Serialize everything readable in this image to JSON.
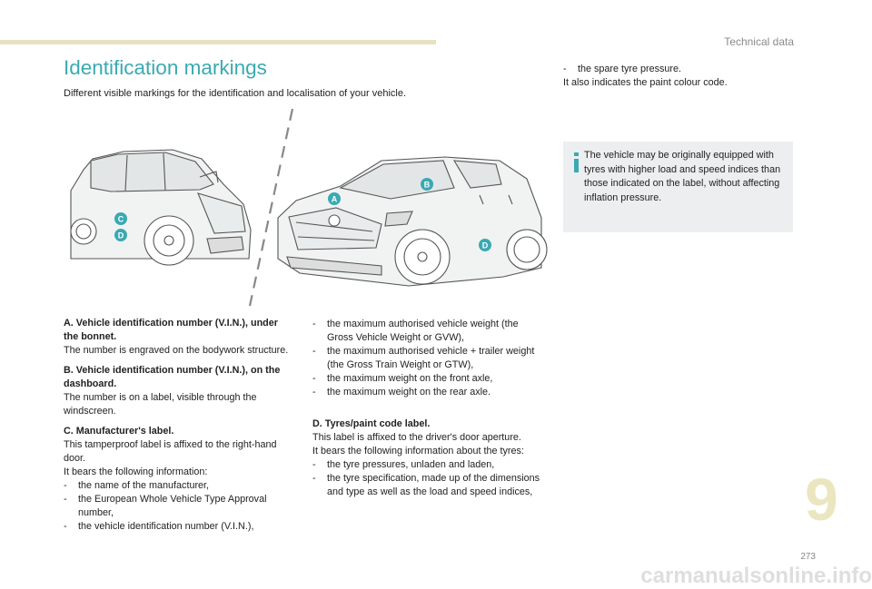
{
  "header": {
    "section": "Technical data"
  },
  "title": "Identification markings",
  "intro": "Different visible markings for the identification and localisation of your vehicle.",
  "markers": {
    "a": "A",
    "b": "B",
    "c": "C",
    "d": "D"
  },
  "col1": {
    "a_head": "A. Vehicle identification number (V.I.N.), under the bonnet.",
    "a_text": "The number is engraved on the bodywork structure.",
    "b_head": "B. Vehicle identification number (V.I.N.), on the dashboard.",
    "b_text": "The number is on a label, visible through the windscreen.",
    "c_head": "C. Manufacturer's label.",
    "c_text1": "This tamperproof label is affixed to the right-hand door.",
    "c_text2": "It bears the following information:",
    "c_items": [
      "the name of the manufacturer,",
      "the European Whole Vehicle Type Approval number,",
      "the vehicle identification number (V.I.N.),"
    ]
  },
  "col2": {
    "items": [
      "the maximum authorised vehicle weight (the Gross Vehicle Weight or GVW),",
      "the maximum authorised vehicle + trailer weight (the Gross Train Weight or GTW),",
      "the maximum weight on the front axle,",
      "the maximum weight on the rear axle."
    ],
    "d_head": "D. Tyres/paint code label.",
    "d_text1": "This label is affixed to the driver's door aperture.",
    "d_text2": "It bears the following information about the tyres:",
    "d_items": [
      "the tyre pressures, unladen and laden,",
      "the tyre specification, made up of the dimensions and type as well as the load and speed indices,"
    ]
  },
  "col3": {
    "items": [
      "the spare tyre pressure."
    ],
    "text": "It also indicates the paint colour code."
  },
  "note": {
    "text": "The vehicle may be originally equipped with tyres with higher load and speed indices than those indicated on the label, without affecting inflation pressure."
  },
  "bullet": "-",
  "chapter": "9",
  "page_number": "273",
  "watermark": "carmanualsonline.info",
  "colors": {
    "accent": "#3aa9b2",
    "chapter": "#ebe6bf",
    "note_bg": "#eceeef",
    "topbar": "#e6e2c0"
  }
}
